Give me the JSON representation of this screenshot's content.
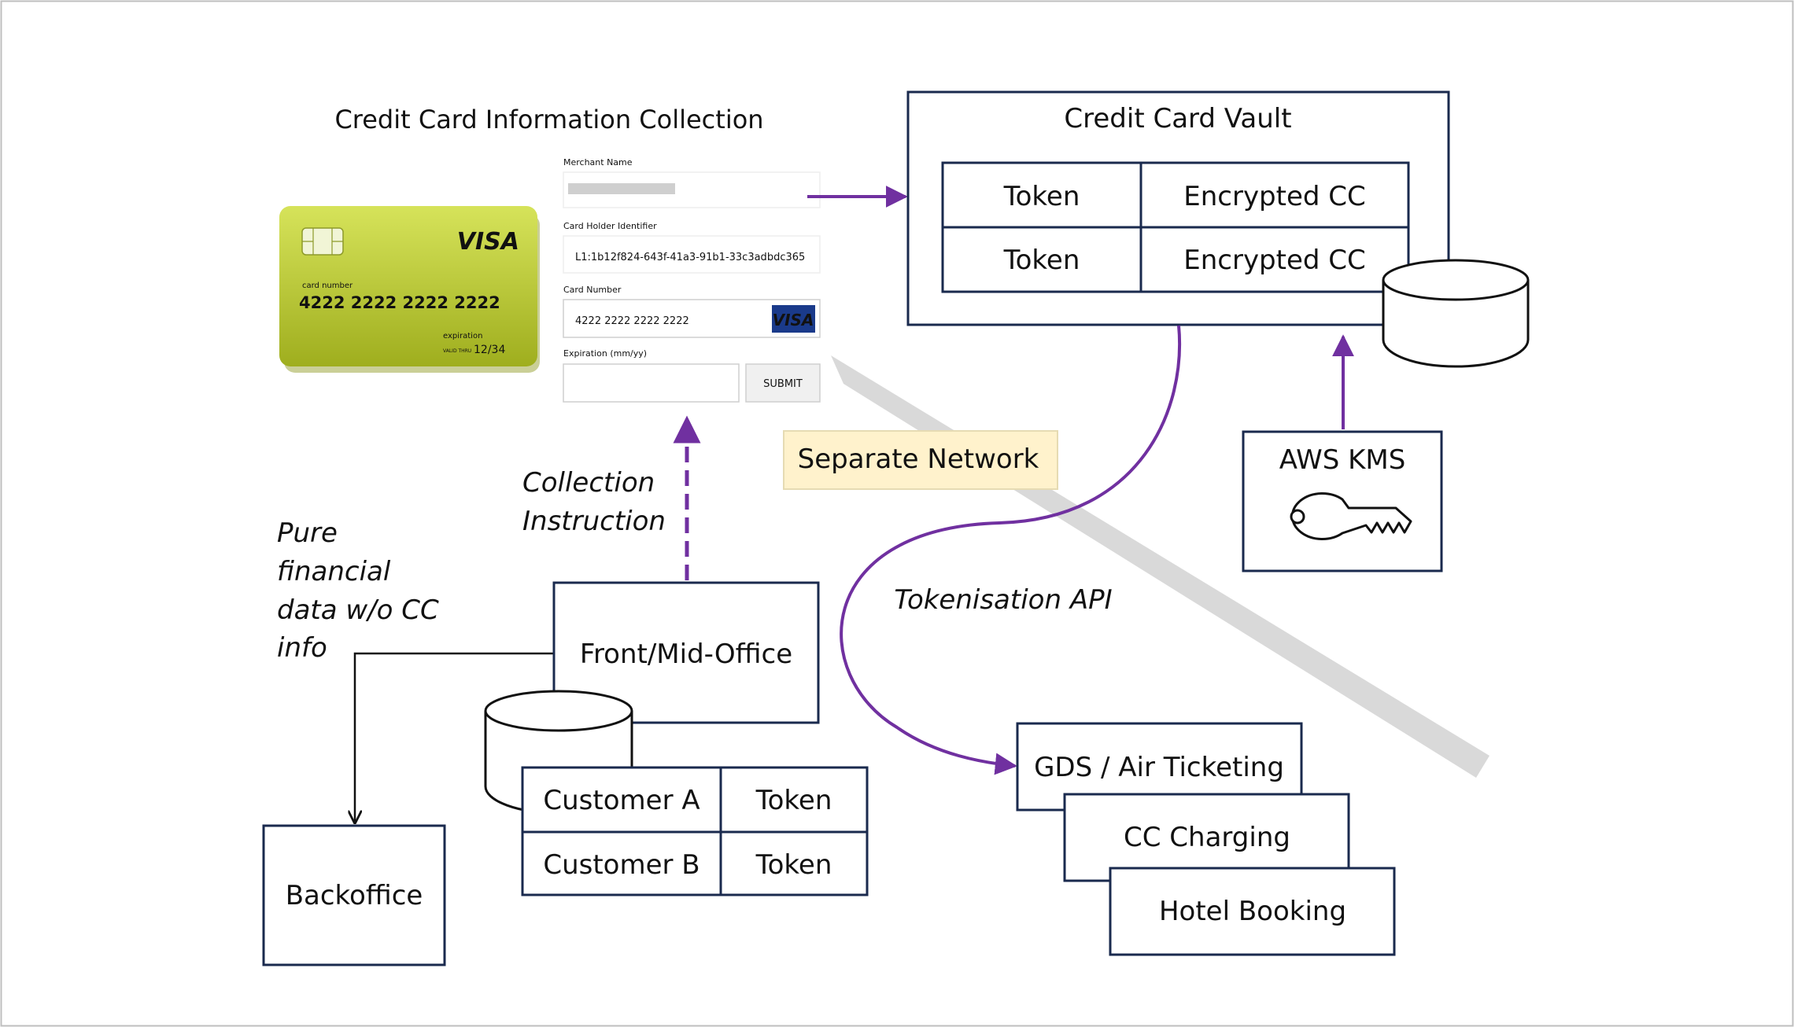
{
  "collection_title": "Credit Card Information Collection",
  "card": {
    "brand": "VISA",
    "number_caption": "card number",
    "number": "4222  2222  2222  2222",
    "expiration_caption": "expiration",
    "valid_thru": "VALID THRU",
    "expiration": "12/34"
  },
  "form": {
    "merchant_label": "Merchant Name",
    "holder_label": "Card Holder Identifier",
    "holder_value": "L1:1b12f824-643f-41a3-91b1-33c3adbdc365",
    "number_label": "Card Number",
    "number_value": "4222 2222 2222 2222",
    "number_brand": "VISA",
    "expiration_label": "Expiration (mm/yy)",
    "submit_label": "SUBMIT"
  },
  "vault": {
    "title": "Credit Card Vault",
    "rows": [
      {
        "token": "Token",
        "encrypted": "Encrypted CC"
      },
      {
        "token": "Token",
        "encrypted": "Encrypted CC"
      }
    ]
  },
  "kms": {
    "label": "AWS KMS"
  },
  "separate_network": "Separate Network",
  "collection_instruction": [
    "Collection",
    "Instruction"
  ],
  "pure_financial": [
    "Pure",
    "financial",
    "data w/o CC",
    "info"
  ],
  "tokenisation_api": "Tokenisation API",
  "front_office": "Front/Mid-Office",
  "customers": [
    {
      "name": "Customer A",
      "token": "Token"
    },
    {
      "name": "Customer B",
      "token": "Token"
    }
  ],
  "backoffice": "Backoffice",
  "services": [
    "GDS / Air Ticketing",
    "CC Charging",
    "Hotel Booking"
  ],
  "colors": {
    "box_border": "#1a2a4e",
    "arrow_purple": "#7030a0",
    "network_band": "#d9d9d9",
    "network_label_bg": "#fff2cc",
    "card_green": "#b5c632"
  }
}
